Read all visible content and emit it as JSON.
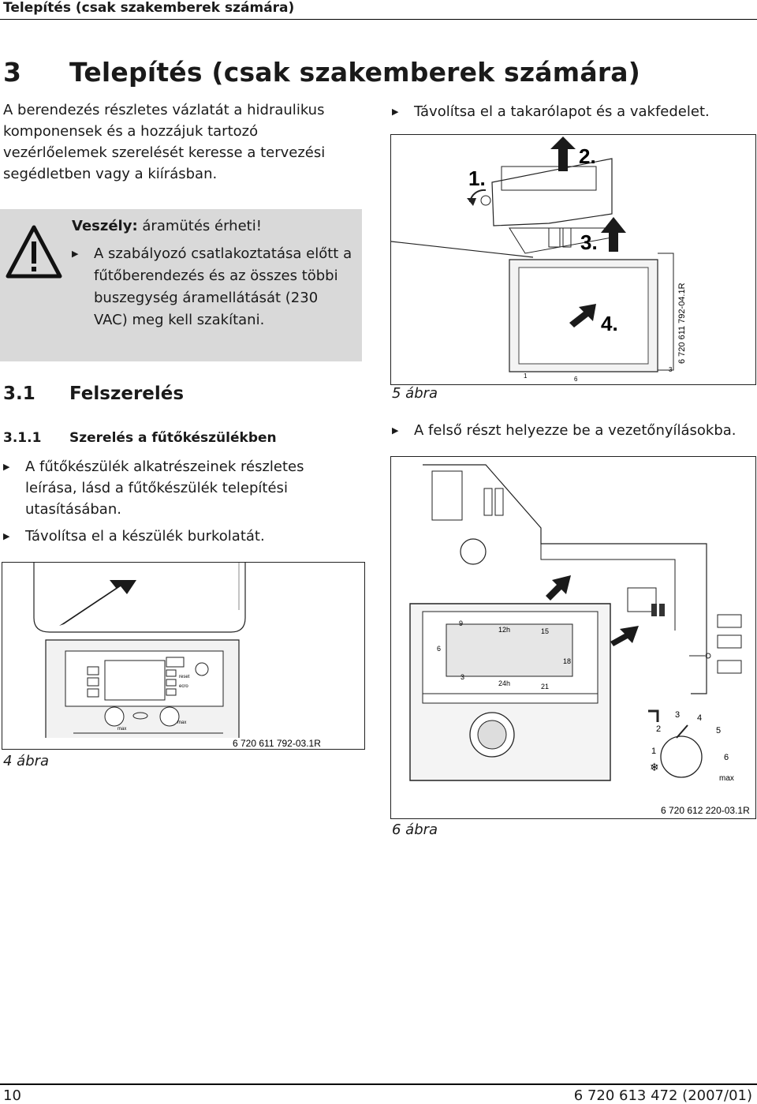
{
  "header": {
    "title": "Telepítés (csak szakemberek számára)"
  },
  "chapter": {
    "number": "3",
    "title": "Telepítés (csak szakemberek számára)"
  },
  "intro": "A berendezés részletes vázlatát a hidraulikus komponensek és a hozzájuk tartozó vezérlőelemek szerelését keresse a tervezési segédletben vagy a kiírásban.",
  "warning": {
    "label": "Veszély:",
    "text": "áramütés érheti!",
    "item": "A szabályozó csatlakoztatása előtt a fűtőberendezés és az összes többi buszegység áramellátását (230 VAC) meg kell szakítani."
  },
  "section": {
    "number": "3.1",
    "title": "Felszerelés"
  },
  "subsection": {
    "number": "3.1.1",
    "title": "Szerelés a fűtőkészülékben"
  },
  "steps_left": [
    "A fűtőkészülék alkatrészeinek részletes leírása, lásd a fűtőkészülék telepítési utasításában.",
    "Távolítsa el a készülék burkolatát."
  ],
  "steps_right": [
    "Távolítsa el a takarólapot és a vakfedelet.",
    "A felső részt helyezze be a vezetőnyílásokba."
  ],
  "figures": {
    "fig4": {
      "caption": "4 ábra",
      "code": "6 720 611 792-03.1R",
      "labels": [
        "reset",
        "ecro",
        "max",
        "max"
      ]
    },
    "fig5": {
      "caption": "5 ábra",
      "code": "6 720 611 792-04.1R",
      "labels": [
        "1.",
        "2.",
        "3.",
        "4."
      ],
      "ticks": [
        "1",
        "6",
        "3"
      ]
    },
    "fig6": {
      "caption": "6 ábra",
      "code": "6 720 612 220-03.1R",
      "dial_labels": [
        "1",
        "2",
        "3",
        "4",
        "5",
        "6",
        "max"
      ],
      "clock_labels": [
        "9",
        "12h",
        "15",
        "6",
        "18",
        "3",
        "24h",
        "21"
      ]
    }
  },
  "footer": {
    "page": "10",
    "doc": "6 720 613 472 (2007/01)"
  }
}
